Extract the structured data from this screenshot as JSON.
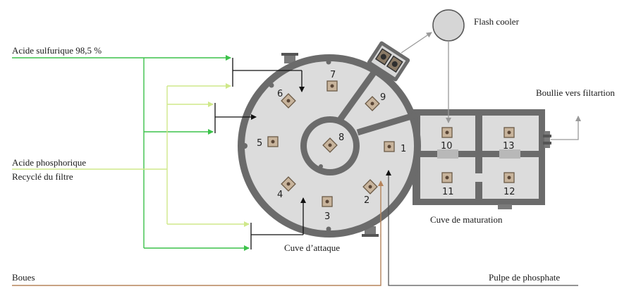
{
  "labels": {
    "acid_sulfuric": "Acide sulfurique 98,5 %",
    "acid_phosphoric_1": "Acide phosphorique",
    "acid_phosphoric_2": "Recyclé du filtre",
    "boues": "Boues",
    "pulpe": "Pulpe de phosphate",
    "flash_cooler": "Flash cooler",
    "bouillie": "Boullie vers filtartion",
    "cuve_attaque": "Cuve d’attaque",
    "cuve_maturation": "Cuve de maturation"
  },
  "compartments": [
    "1",
    "2",
    "3",
    "4",
    "5",
    "6",
    "7",
    "8",
    "9",
    "10",
    "11",
    "12",
    "13"
  ],
  "colors": {
    "sulfuric_line": "#3cc24a",
    "phosphoric_line": "#cfe88a",
    "boues_line": "#b5835a",
    "pulpe_line": "#555555",
    "vessel_wall": "#6b6b6b",
    "vessel_floor": "#dcdcdc"
  }
}
